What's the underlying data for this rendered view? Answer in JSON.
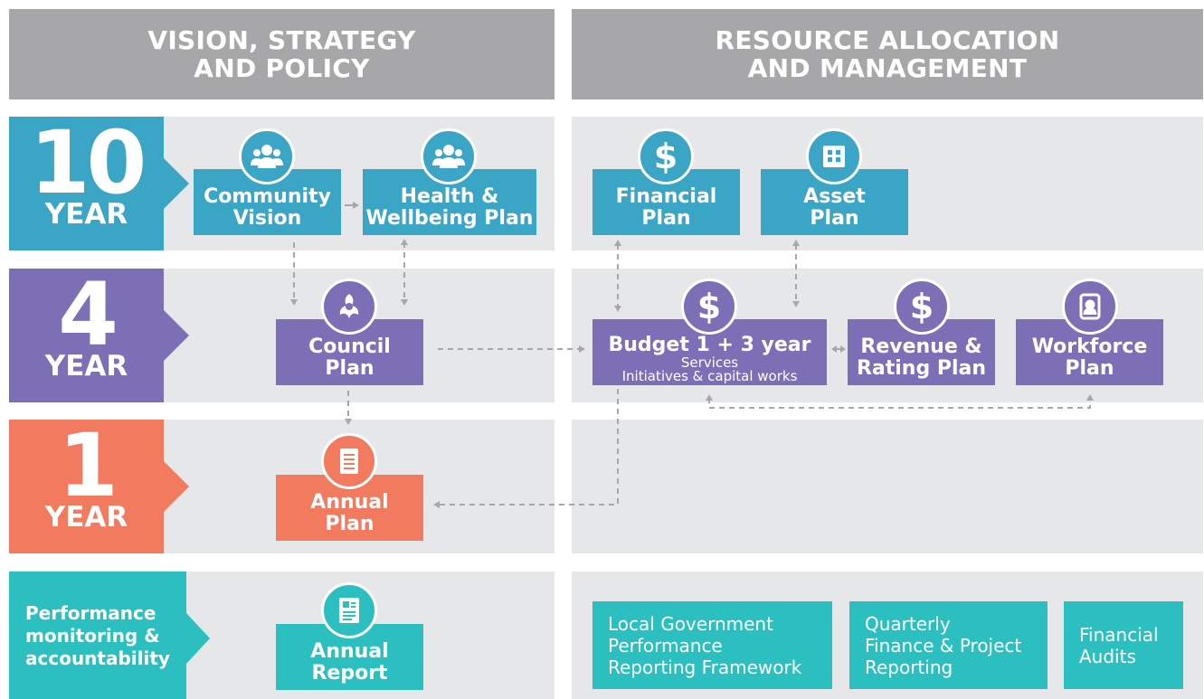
{
  "columns": {
    "left": "VISION, STRATEGY\nAND POLICY",
    "right": "RESOURCE ALLOCATION\nAND MANAGEMENT"
  },
  "rows": {
    "ten": {
      "num": "10",
      "unit": "YEAR"
    },
    "four": {
      "num": "4",
      "unit": "YEAR"
    },
    "one": {
      "num": "1",
      "unit": "YEAR"
    },
    "perf": "Performance\nmonitoring &\naccountability"
  },
  "boxes": {
    "community_vision": "Community\nVision",
    "health_plan": "Health &\nWellbeing Plan",
    "financial_plan": "Financial\nPlan",
    "asset_plan": "Asset\nPlan",
    "council_plan": "Council\nPlan",
    "budget_title": "Budget 1 + 3 year",
    "budget_sub1": "Services",
    "budget_sub2": "Initiatives & capital works",
    "revenue_plan": "Revenue &\nRating Plan",
    "workforce_plan": "Workforce\nPlan",
    "annual_plan": "Annual\nPlan",
    "annual_report": "Annual\nReport",
    "lgprf": "Local Government\nPerformance\nReporting Framework",
    "quarterly": "Quarterly\nFinance & Project\nReporting",
    "audits": "Financial\nAudits"
  },
  "icons": {
    "dollar_symbol": "$",
    "people": "people-icon",
    "council": "council-logo-icon",
    "building": "building-icon",
    "document": "document-icon",
    "badge": "id-badge-icon",
    "report": "report-icon"
  },
  "colors": {
    "ten_year": "#3aa5c5",
    "four_year": "#7d6fb6",
    "one_year": "#f27a5e",
    "performance": "#2cbfbf",
    "header": "#a7a6a9",
    "band": "#e6e7e8"
  }
}
